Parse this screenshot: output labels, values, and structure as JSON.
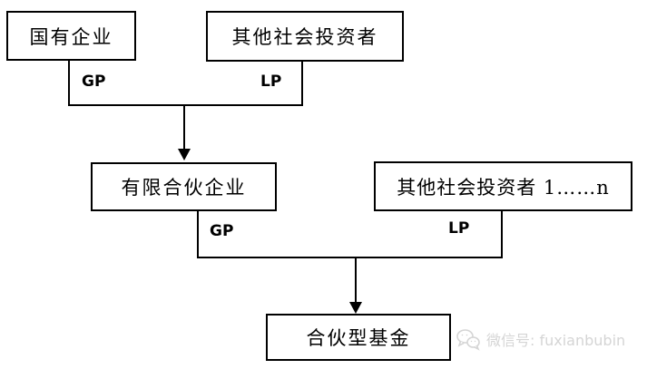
{
  "diagram": {
    "boxes": {
      "state_owned_enterprise": "国有企业",
      "other_social_investors_top": "其他社会投资者",
      "limited_partnership_enterprise": "有限合伙企业",
      "other_social_investors_n": "其他社会投资者 1……n",
      "partnership_fund": "合伙型基金"
    },
    "connectors": {
      "top": {
        "gp": "GP",
        "lp": "LP"
      },
      "middle": {
        "gp": "GP",
        "lp": "LP"
      }
    },
    "colors": {
      "line": "#000000",
      "box_border": "#000000",
      "box_fill": "#ffffff",
      "text": "#000000",
      "watermark": "#d5d5d5"
    }
  },
  "watermark": {
    "icon": "wechat-icon",
    "text": "微信号: fuxianbubin"
  }
}
